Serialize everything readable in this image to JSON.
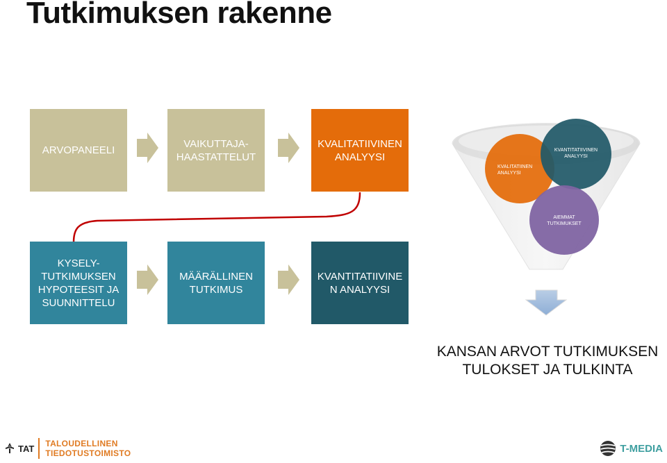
{
  "title": "Tutkimuksen rakenne",
  "row1": {
    "box1": "ARVOPANEELI",
    "box2_line1": "VAIKUTTAJA-",
    "box2_line2": "HAASTATTELUT",
    "box3_line1": "KVALITATIIVINEN",
    "box3_line2": "ANALYYSI"
  },
  "row2": {
    "box1_line1": "KYSELY-",
    "box1_line2": "TUTKIMUKSEN",
    "box1_line3": "HYPOTEESIT JA",
    "box1_line4": "SUUNNITTELU",
    "box2_line1": "MÄÄRÄLLINEN",
    "box2_line2": "TUTKIMUS",
    "box3_line1": "KVANTITATIIVINE",
    "box3_line2": "N ANALYYSI"
  },
  "funnel": {
    "circle_orange_line1": "KVALITATIINEN",
    "circle_orange_line2": "ANALYYSI",
    "circle_teal_line1": "KVANTITATIIVINEN",
    "circle_teal_line2": "ANALYYSI",
    "circle_purple_line1": "AIEMMAT",
    "circle_purple_line2": "TUTKIMUKSET"
  },
  "result": {
    "line1": "KANSAN ARVOT TUTKIMUKSEN",
    "line2": "TULOKSET JA TULKINTA"
  },
  "footer": {
    "tat_mark": "TAT",
    "tat_name_line1": "TALOUDELLINEN",
    "tat_name_line2": "TIEDOTUSTOIMISTO",
    "tmedia": "T-MEDIA"
  },
  "colors": {
    "tan": "#c8c19a",
    "orange": "#e46c0a",
    "teal": "#31859c",
    "dark_teal": "#215968",
    "purple": "#8064a2",
    "connector_red": "#c00000"
  }
}
